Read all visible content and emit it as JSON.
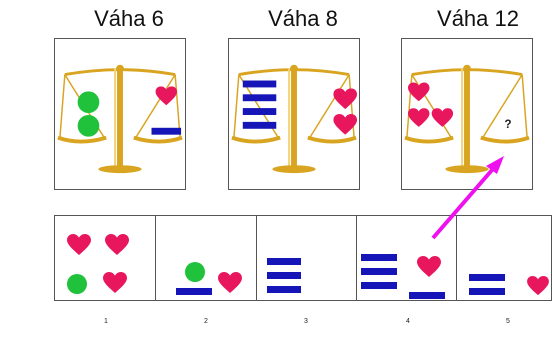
{
  "titles": [
    "Váha 6",
    "Váha 8",
    "Váha 12"
  ],
  "unknown_mark": "?",
  "option_numbers": [
    "1",
    "2",
    "3",
    "4",
    "5"
  ],
  "colors": {
    "heart": "#e8175d",
    "circle": "#1fc23a",
    "bar": "#1515b8",
    "scale": "#d9a520",
    "arrow": "#ee10ee",
    "border": "#555555"
  },
  "icons": [
    "balance-scale-icon",
    "heart-icon",
    "green-circle-icon",
    "blue-bar-icon",
    "arrow-icon"
  ]
}
